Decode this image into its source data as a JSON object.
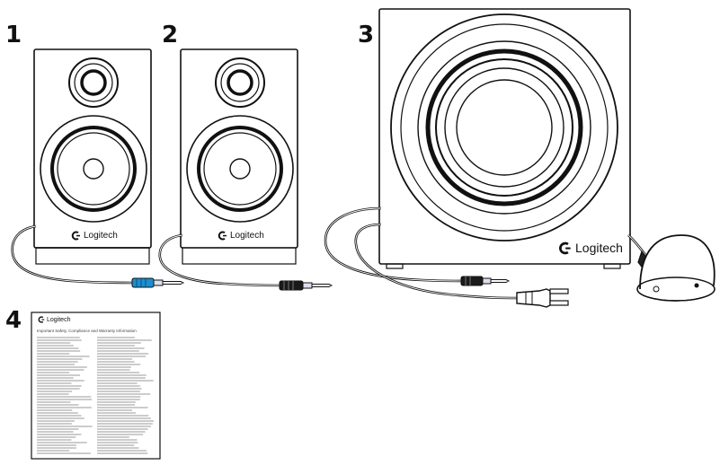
{
  "items": [
    {
      "number": "1",
      "brand": "Logitech"
    },
    {
      "number": "2",
      "brand": "Logitech"
    },
    {
      "number": "3",
      "brand": "Logitech"
    },
    {
      "number": "4",
      "brand": "Logitech"
    }
  ],
  "leaflet": {
    "subtitle": "Important Safety, Compliance and Warranty Information"
  },
  "colors": {
    "line": "#111111",
    "cable_accent": "#1a8fd0",
    "background": "#ffffff"
  }
}
